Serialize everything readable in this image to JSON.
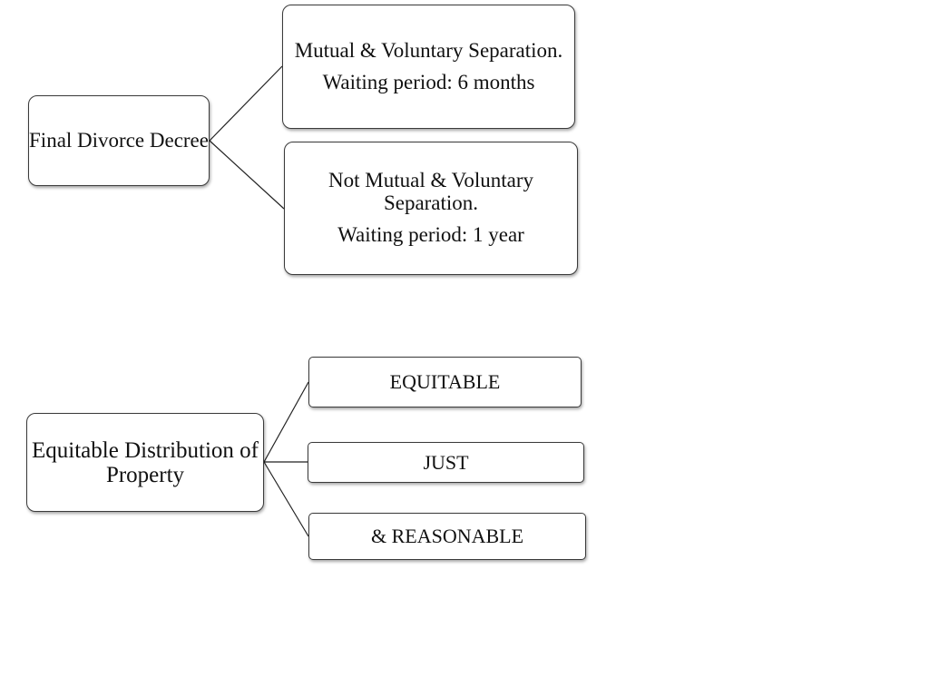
{
  "diagram": {
    "tree1": {
      "root": {
        "label": "Final Divorce Decree"
      },
      "children": [
        {
          "line1": "Mutual & Voluntary Separation.",
          "line2": "Waiting period: 6 months"
        },
        {
          "line1": "Not Mutual & Voluntary Separation.",
          "line2": "Waiting period: 1 year"
        }
      ]
    },
    "tree2": {
      "root": {
        "label": "Equitable Distribution of Property"
      },
      "children": [
        {
          "label": "EQUITABLE"
        },
        {
          "label": "JUST"
        },
        {
          "label": "& REASONABLE"
        }
      ]
    },
    "colors": {
      "background": "#ffffff",
      "border": "#3a3a3a",
      "text": "#111111",
      "connector": "#222222"
    }
  }
}
